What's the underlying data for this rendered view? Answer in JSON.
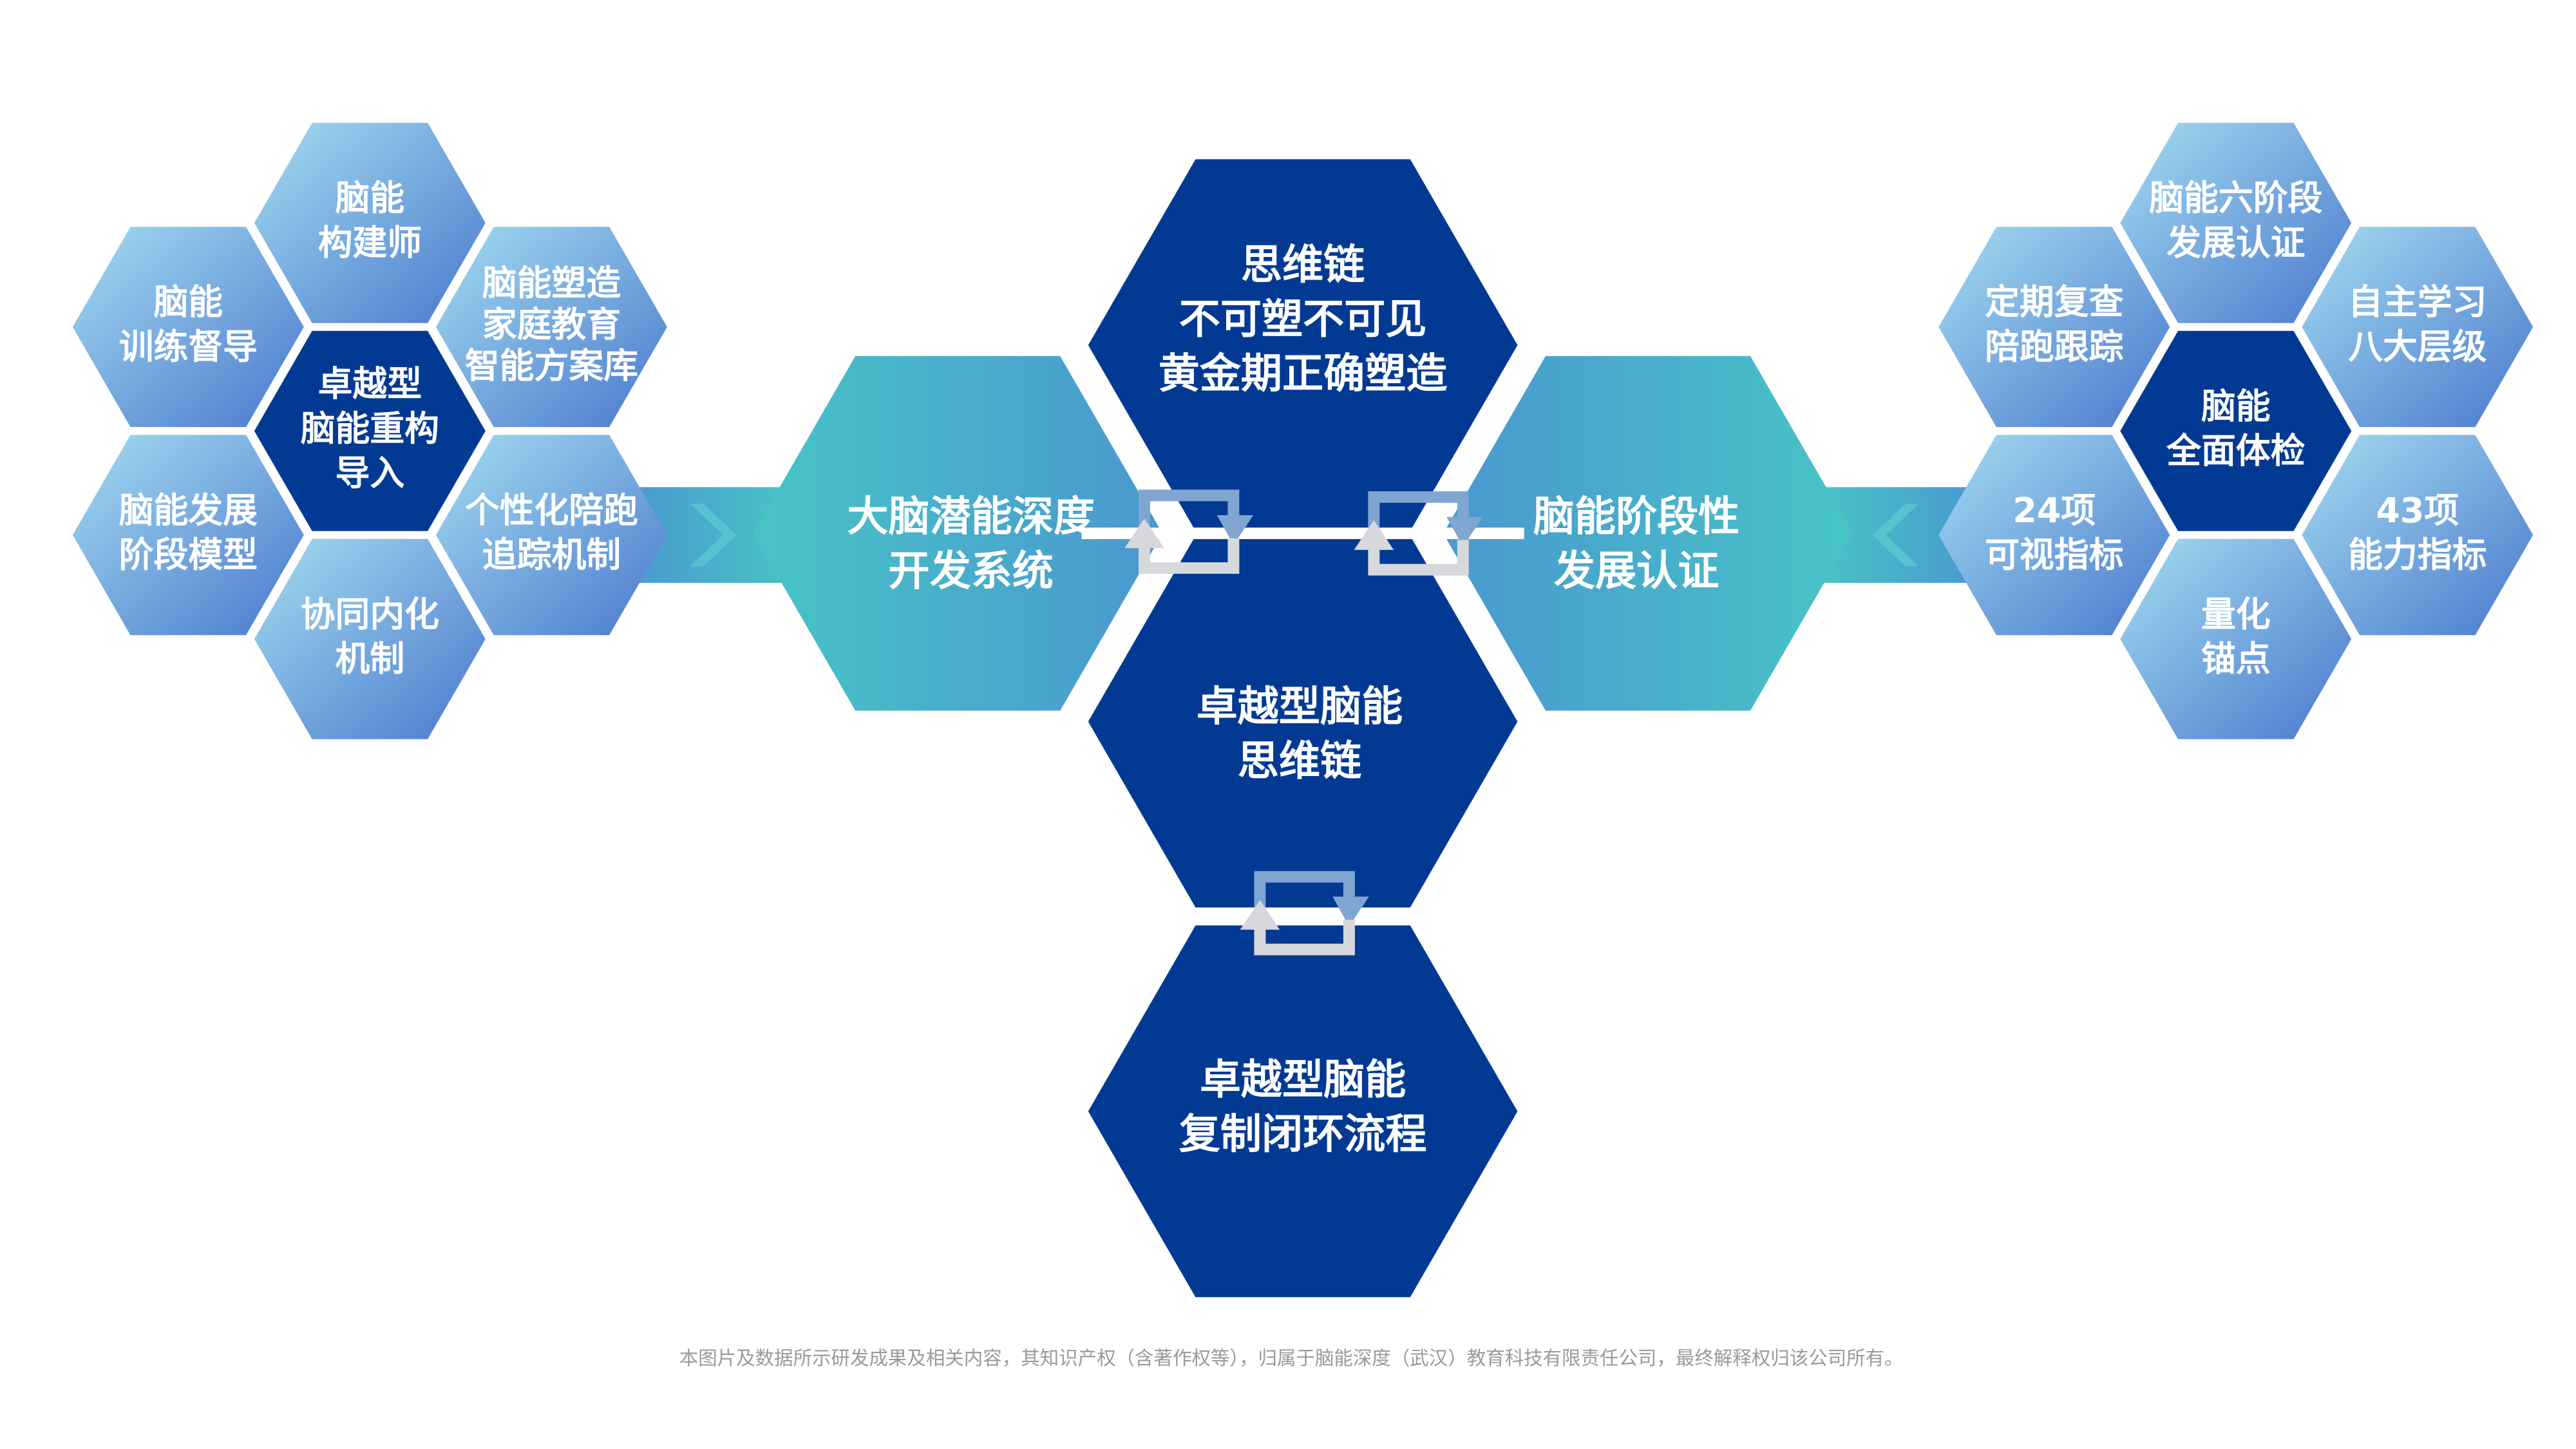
{
  "colors": {
    "dark_hex": "#023a93",
    "light_hex_start": "#9dd8ef",
    "light_hex_end": "#4f7fd0",
    "teal": "#46c3c8",
    "teal_blue": "#4a9cd0",
    "cycle_blue": "#7fa6d0",
    "cycle_gray": "#d6d8dc"
  },
  "left_cluster": {
    "center": [
      "卓越型",
      "脑能重构",
      "导入"
    ],
    "items": [
      [
        "脑能",
        "构建师"
      ],
      [
        "脑能",
        "训练督导"
      ],
      [
        "脑能塑造",
        "家庭教育",
        "智能方案库"
      ],
      [
        "脑能发展",
        "阶段模型"
      ],
      [
        "个性化陪跑",
        "追踪机制"
      ],
      [
        "协同内化",
        "机制"
      ]
    ]
  },
  "right_cluster": {
    "center": [
      "脑能",
      "全面体检"
    ],
    "items": [
      [
        "脑能六阶段",
        "发展认证"
      ],
      [
        "定期复查",
        "陪跑跟踪"
      ],
      [
        "自主学习",
        "八大层级"
      ],
      [
        "24项",
        "可视指标"
      ],
      [
        "43项",
        "能力指标"
      ],
      [
        "量化",
        "锚点"
      ]
    ]
  },
  "center": {
    "top": [
      "思维链",
      "不可塑不可见",
      "黄金期正确塑造"
    ],
    "left": [
      "大脑潜能深度",
      "开发系统"
    ],
    "right": [
      "脑能阶段性",
      "发展认证"
    ],
    "middle": [
      "卓越型脑能",
      "思维链"
    ],
    "bottom": [
      "卓越型脑能",
      "复制闭环流程"
    ]
  },
  "icons": [
    "cycle-icon",
    "cycle-icon",
    "cycle-icon",
    "chevron-right-icon",
    "chevron-left-icon"
  ],
  "footer": "本图片及数据所示研发成果及相关内容，其知识产权（含著作权等），归属于脑能深度（武汉）教育科技有限责任公司，最终解释权归该公司所有。"
}
